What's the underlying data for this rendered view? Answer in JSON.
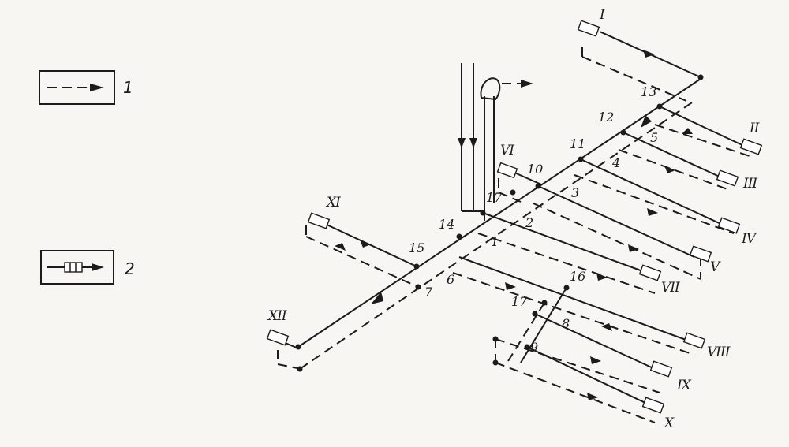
{
  "legend": {
    "item1_number": "1",
    "item2_number": "2"
  },
  "nodes": [
    "1",
    "2",
    "3",
    "4",
    "5",
    "6",
    "7",
    "8",
    "9",
    "10",
    "11",
    "12",
    "13",
    "14",
    "15",
    "16",
    "17",
    "17"
  ],
  "consumers": [
    "I",
    "II",
    "III",
    "IV",
    "V",
    "VI",
    "VII",
    "VIII",
    "IX",
    "X",
    "XI",
    "XII"
  ]
}
